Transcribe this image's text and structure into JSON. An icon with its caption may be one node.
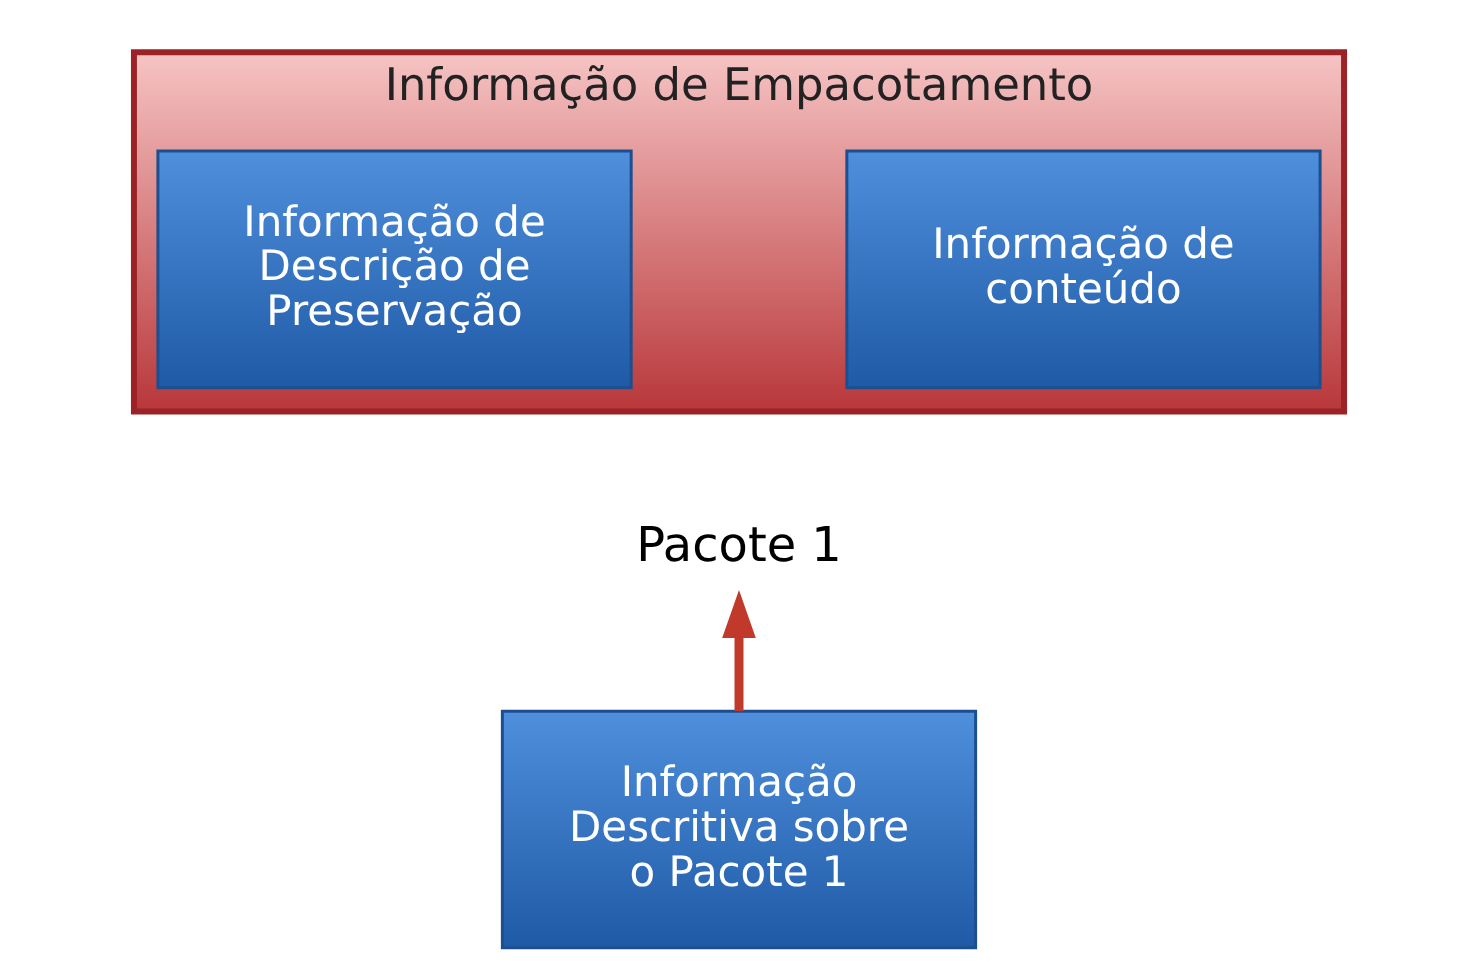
{
  "diagram": {
    "nodes": [
      {
        "text": [
          "Informação de Empacotamento"
        ]
      },
      {
        "text": [
          "Informação de conteúdo"
        ],
        "in": 0
      },
      {
        "text": [
          "Informação de Descrição de Preservação"
        ],
        "in": 0
      },
      {
        "text": [
          "Pacote 1"
        ]
      },
      {
        "text": [
          "Informação Descritiva sobre o Pacote 1"
        ]
      }
    ],
    "edges": [
      {
        "from": 4,
        "to": 3,
        "arrow": "to"
      }
    ]
  }
}
